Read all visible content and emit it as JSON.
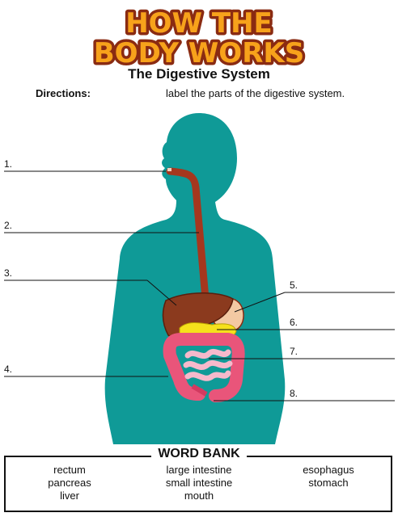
{
  "header": {
    "logo_line1": "HOW THE",
    "logo_line2": "BODY WORKS",
    "subtitle": "The Digestive System",
    "directions_label": "Directions:",
    "directions_text": "label the parts of the digestive system."
  },
  "labels": [
    "1.",
    "2.",
    "3.",
    "4.",
    "5.",
    "6.",
    "7.",
    "8."
  ],
  "word_bank": {
    "title": "WORD BANK",
    "words": [
      "rectum",
      "large intestine",
      "esophagus",
      "pancreas",
      "small intestine",
      "stomach",
      "liver",
      "mouth",
      ""
    ]
  },
  "colors": {
    "body": "#0f9a97",
    "liver": "#8b3a1e",
    "stomach": "#f3c9a3",
    "pancreas": "#f5e11c",
    "large_intestine": "#e9557a",
    "small_intestine": "#f6b9cb",
    "esophagus": "#a5371e",
    "logo_fill": "#f7a21b",
    "logo_stroke": "#8a2b12"
  }
}
